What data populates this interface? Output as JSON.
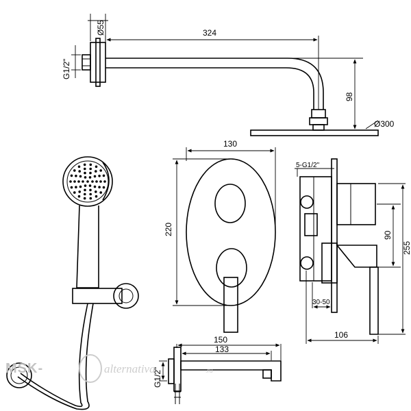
{
  "dimensions": {
    "d55": "Ø55",
    "g12_top": "G1/2\"",
    "len324": "324",
    "h98": "98",
    "d300": "Ø300",
    "w130": "130",
    "h220": "220",
    "port": "5-G1/2\"",
    "h90": "90",
    "h255": "255",
    "range3050": "30-50",
    "d106": "106",
    "w150": "150",
    "w133": "133",
    "g12_spout": "G1/2\""
  },
  "watermark": {
    "brand": "MSK-",
    "script": "alternativa",
    "domain": ".ru"
  }
}
